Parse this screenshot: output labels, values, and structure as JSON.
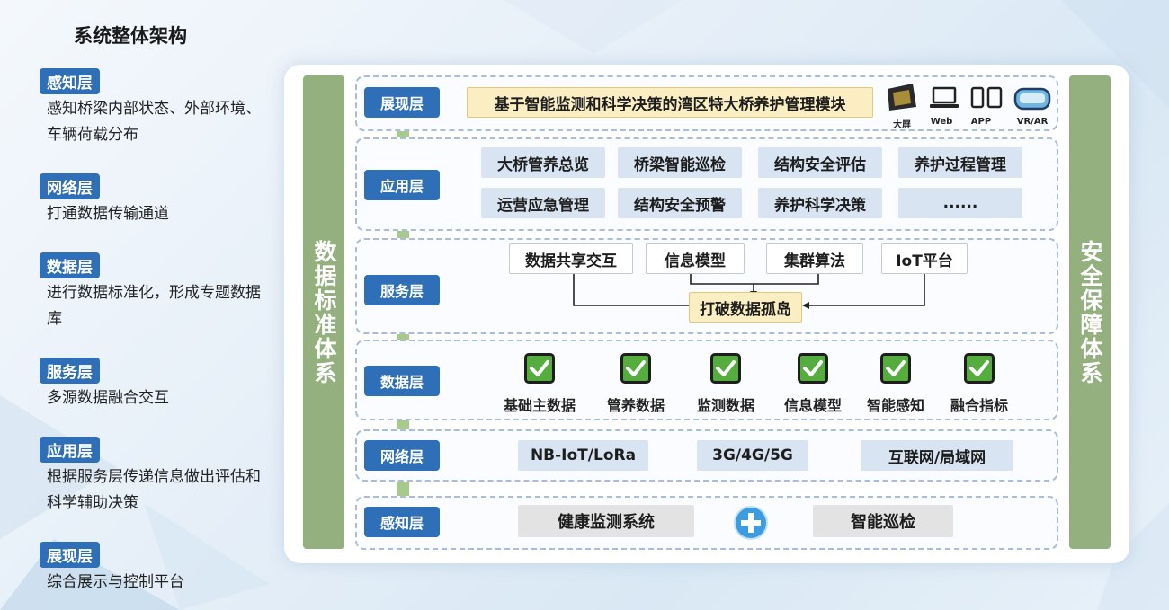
{
  "title": "系统整体架构",
  "left_items": [
    {
      "tag": "感知层",
      "desc": "感知桥梁内部状态、外部环境、车辆荷载分布"
    },
    {
      "tag": "网络层",
      "desc": "打通数据传输通道"
    },
    {
      "tag": "数据层",
      "desc": "进行数据标准化，形成专题数据库"
    },
    {
      "tag": "服务层",
      "desc": "多源数据融合交互"
    },
    {
      "tag": "应用层",
      "desc": "根据服务层传递信息做出评估和科学辅助决策"
    },
    {
      "tag": "展现层",
      "desc": "综合展示与控制平台"
    }
  ],
  "left_bar": "数据标准体系",
  "right_bar": "安全保障体系",
  "layers": {
    "presentation": {
      "label": "展现层",
      "banner": "基于智能监测和科学决策的湾区特大桥养护管理模块",
      "devices": [
        {
          "icon": "big-screen-icon",
          "label": "大屏"
        },
        {
          "icon": "laptop-icon",
          "label": "Web"
        },
        {
          "icon": "mobile-icon",
          "label": "APP"
        },
        {
          "icon": "vr-headset-icon",
          "label": "VR/AR"
        }
      ]
    },
    "application": {
      "label": "应用层",
      "items": [
        "大桥管养总览",
        "桥梁智能巡检",
        "结构安全评估",
        "养护过程管理",
        "运营应急管理",
        "结构安全预警",
        "养护科学决策",
        "......"
      ]
    },
    "service": {
      "label": "服务层",
      "items": [
        "数据共享交互",
        "信息模型",
        "集群算法",
        "IoT平台"
      ],
      "center": "打破数据孤岛"
    },
    "data": {
      "label": "数据层",
      "items": [
        "基础主数据",
        "管养数据",
        "监测数据",
        "信息模型",
        "智能感知",
        "融合指标"
      ]
    },
    "network": {
      "label": "网络层",
      "items": [
        "NB-IoT/LoRa",
        "3G/4G/5G",
        "互联网/局域网"
      ]
    },
    "perception": {
      "label": "感知层",
      "items": [
        "健康监测系统",
        "智能巡检"
      ]
    }
  },
  "colors": {
    "label_blue": "#2f6fb8",
    "bar_green": "#93b07e",
    "check_green": "#54ad3c",
    "box_blue": "#d8e4f2"
  }
}
